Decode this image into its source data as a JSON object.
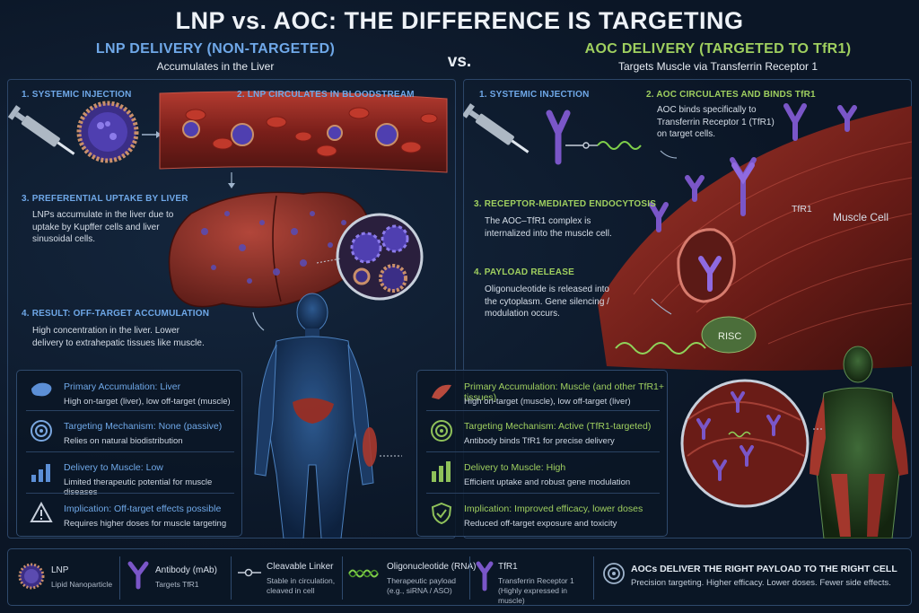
{
  "title": "LNP vs. AOC: THE DIFFERENCE IS TARGETING",
  "vs": "vs.",
  "colors": {
    "lnp_accent": "#6fa8e8",
    "aoc_accent": "#9fcf5f",
    "background": "#0b1626",
    "tissue": "#8e2a24",
    "particle": "#5b4bb0"
  },
  "lnp": {
    "title": "LNP DELIVERY (NON-TARGETED)",
    "subtitle": "Accumulates in the Liver",
    "steps": [
      {
        "label": "1. SYSTEMIC INJECTION",
        "text": ""
      },
      {
        "label": "2. LNP CIRCULATES IN BLOODSTREAM",
        "text": ""
      },
      {
        "label": "3. PREFERENTIAL UPTAKE BY LIVER",
        "text": "LNPs accumulate in the liver due to uptake by Kupffer cells and liver sinusoidal cells."
      },
      {
        "label": "4. RESULT: OFF-TARGET ACCUMULATION",
        "text": "High concentration in the liver. Lower delivery to extrahepatic tissues like muscle."
      }
    ],
    "summary": [
      {
        "icon": "liver-icon",
        "title": "Primary Accumulation: Liver",
        "desc": "High on-target (liver), low off-target (muscle)"
      },
      {
        "icon": "target-icon",
        "title": "Targeting Mechanism: None (passive)",
        "desc": "Relies on natural biodistribution"
      },
      {
        "icon": "bar-chart-icon",
        "title": "Delivery to Muscle: Low",
        "desc": "Limited therapeutic potential for muscle diseases"
      },
      {
        "icon": "warning-icon",
        "title": "Implication: Off-target effects possible",
        "desc": "Requires higher doses for muscle targeting"
      }
    ]
  },
  "aoc": {
    "title": "AOC DELIVERY (TARGETED TO TfR1)",
    "subtitle": "Targets Muscle via Transferrin Receptor 1",
    "steps": [
      {
        "label": "1. SYSTEMIC INJECTION",
        "text": ""
      },
      {
        "label": "2. AOC CIRCULATES AND BINDS TfR1",
        "text": "AOC binds specifically to Transferrin Receptor 1 (TfR1) on target cells."
      },
      {
        "label": "3. RECEPTOR-MEDIATED ENDOCYTOSIS",
        "text": "The AOC–TfR1 complex is internalized into the muscle cell."
      },
      {
        "label": "4. PAYLOAD RELEASE",
        "text": "Oligonucleotide is released into the cytoplasm. Gene silencing / modulation occurs."
      }
    ],
    "labels": {
      "tfr1": "TfR1",
      "muscle_cell": "Muscle Cell",
      "risc": "RISC"
    },
    "summary": [
      {
        "icon": "muscle-icon",
        "title": "Primary Accumulation: Muscle (and other TfR1+ tissues)",
        "desc": "High on-target (muscle), low off-target (liver)"
      },
      {
        "icon": "target-check-icon",
        "title": "Targeting Mechanism: Active (TfR1-targeted)",
        "desc": "Antibody binds TfR1 for precise delivery"
      },
      {
        "icon": "bar-chart-high-icon",
        "title": "Delivery to Muscle: High",
        "desc": "Efficient uptake and robust gene modulation"
      },
      {
        "icon": "shield-check-icon",
        "title": "Implication: Improved efficacy, lower doses",
        "desc": "Reduced off-target exposure and toxicity"
      }
    ]
  },
  "legend": [
    {
      "icon": "lnp-icon",
      "title": "LNP",
      "desc": "Lipid Nanoparticle"
    },
    {
      "icon": "antibody-icon",
      "title": "Antibody (mAb)",
      "desc": "Targets TfR1"
    },
    {
      "icon": "linker-icon",
      "title": "Cleavable Linker",
      "desc": "Stable in circulation, cleaved in cell"
    },
    {
      "icon": "oligo-icon",
      "title": "Oligonucleotide (RNA)",
      "desc": "Therapeutic payload (e.g., siRNA / ASO)"
    },
    {
      "icon": "tfr1-icon",
      "title": "TfR1",
      "desc": "Transferrin Receptor 1 (Highly expressed in muscle)"
    }
  ],
  "tagline": {
    "title": "AOCs DELIVER THE RIGHT PAYLOAD TO THE RIGHT CELL",
    "desc": "Precision targeting. Higher efficacy. Lower doses. Fewer side effects."
  }
}
